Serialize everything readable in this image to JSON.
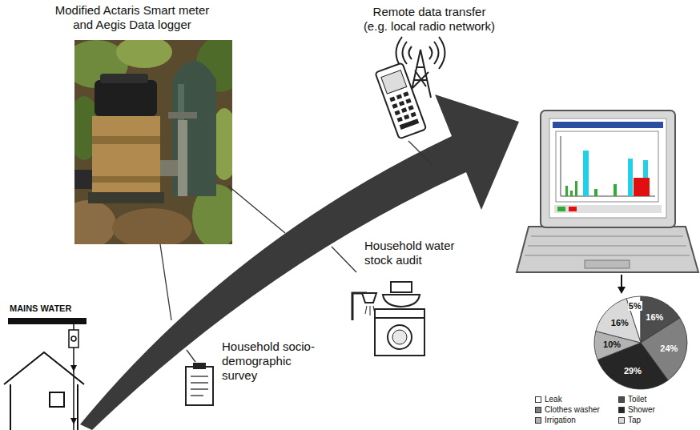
{
  "diagram": {
    "labels": [
      "Modified Actaris Smart meter and Aegis Data logger",
      "Remote data transfer (e.g. local radio network)",
      "Household water stock audit",
      "Household socio-demographic survey",
      "MAINS WATER",
      "5%",
      "16%",
      "24%",
      "29%",
      "10%",
      "16%"
    ],
    "legend": [
      {
        "text": "Leak",
        "color": "#ffffff"
      },
      {
        "text": "Toilet",
        "color": "#4d4d4d"
      },
      {
        "text": "Clothes washer",
        "color": "#808080"
      },
      {
        "text": "Shower",
        "color": "#262626"
      },
      {
        "text": "Irrigation",
        "color": "#b3b3b3"
      },
      {
        "text": "Tap",
        "color": "#d9d9d9"
      }
    ]
  }
}
